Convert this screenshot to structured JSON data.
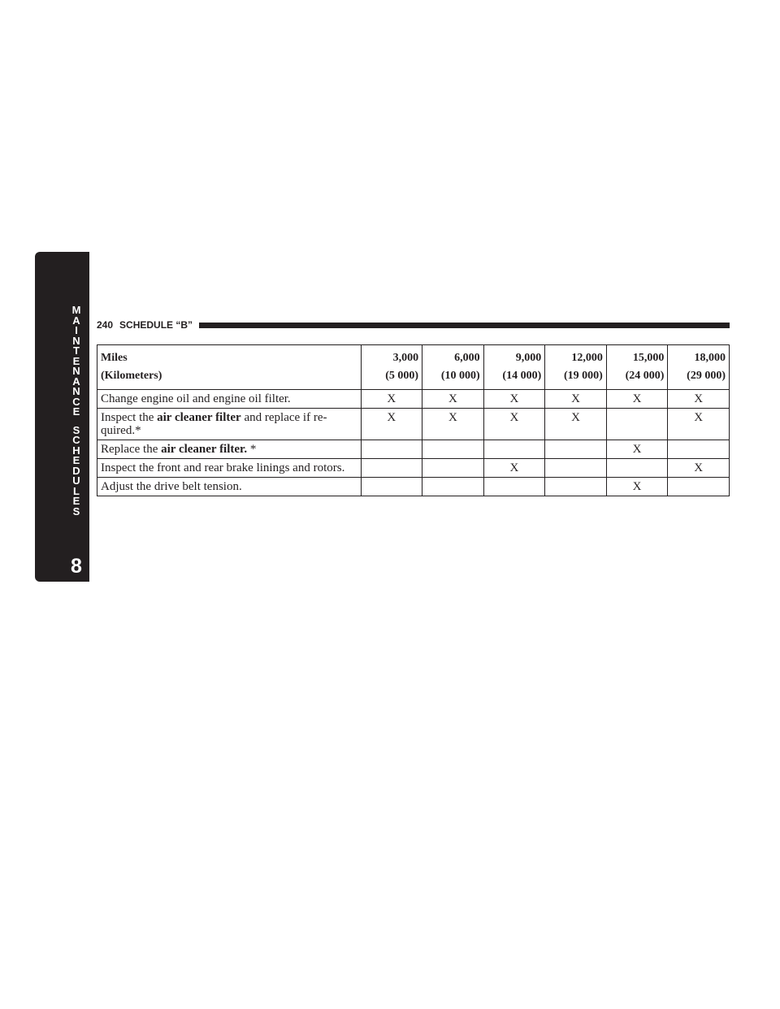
{
  "side_tab": {
    "letters_top": [
      "M",
      "A",
      "I",
      "N",
      "T",
      "E",
      "N",
      "A",
      "N",
      "C",
      "E"
    ],
    "letters_bottom": [
      "S",
      "C",
      "H",
      "E",
      "D",
      "U",
      "L",
      "E",
      "S"
    ],
    "chapter_number": "8"
  },
  "header": {
    "page_number": "240",
    "section_title": "SCHEDULE “B”"
  },
  "table": {
    "header": {
      "label_line1": "Miles",
      "label_line2": "(Kilometers)",
      "intervals": [
        {
          "miles": "3,000",
          "km": "(5 000)"
        },
        {
          "miles": "6,000",
          "km": "(10 000)"
        },
        {
          "miles": "9,000",
          "km": "(14 000)"
        },
        {
          "miles": "12,000",
          "km": "(19 000)"
        },
        {
          "miles": "15,000",
          "km": "(24 000)"
        },
        {
          "miles": "18,000",
          "km": "(29 000)"
        }
      ]
    },
    "rows": [
      {
        "pre": "Change engine oil and engine oil filter.",
        "bold": "",
        "post": "",
        "marks": [
          "X",
          "X",
          "X",
          "X",
          "X",
          "X"
        ]
      },
      {
        "pre": "Inspect the ",
        "bold": "air cleaner filter",
        "post": " and replace if re-quired.*",
        "marks": [
          "X",
          "X",
          "X",
          "X",
          "",
          "X"
        ]
      },
      {
        "pre": "Replace the ",
        "bold": "air cleaner filter.",
        "post": " *",
        "marks": [
          "",
          "",
          "",
          "",
          "X",
          ""
        ]
      },
      {
        "pre": "Inspect the front and rear brake linings and rotors.",
        "bold": "",
        "post": "",
        "marks": [
          "",
          "",
          "X",
          "",
          "",
          "X"
        ]
      },
      {
        "pre": "Adjust the drive belt tension.",
        "bold": "",
        "post": "",
        "marks": [
          "",
          "",
          "",
          "",
          "X",
          ""
        ]
      }
    ]
  }
}
